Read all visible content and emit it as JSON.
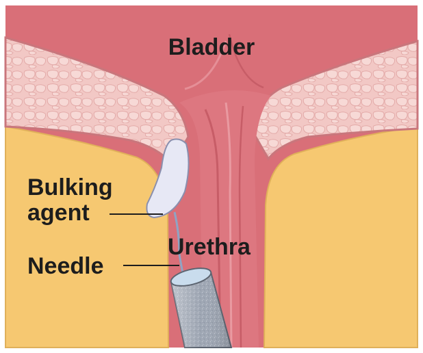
{
  "labels": {
    "bladder": "Bladder",
    "bulking_line1": "Bulking",
    "bulking_line2": "agent",
    "urethra": "Urethra",
    "needle": "Needle"
  },
  "colors": {
    "background": "#ffffff",
    "bladder": "#d96f78",
    "urethra_wall": "#dd7780",
    "tissue_layer": "#f2c8c5",
    "fat_layer": "#f6c871",
    "bulking_agent": "#e7e8f5",
    "needle": "#9ea6b3",
    "label_text": "#1d1d1d"
  }
}
